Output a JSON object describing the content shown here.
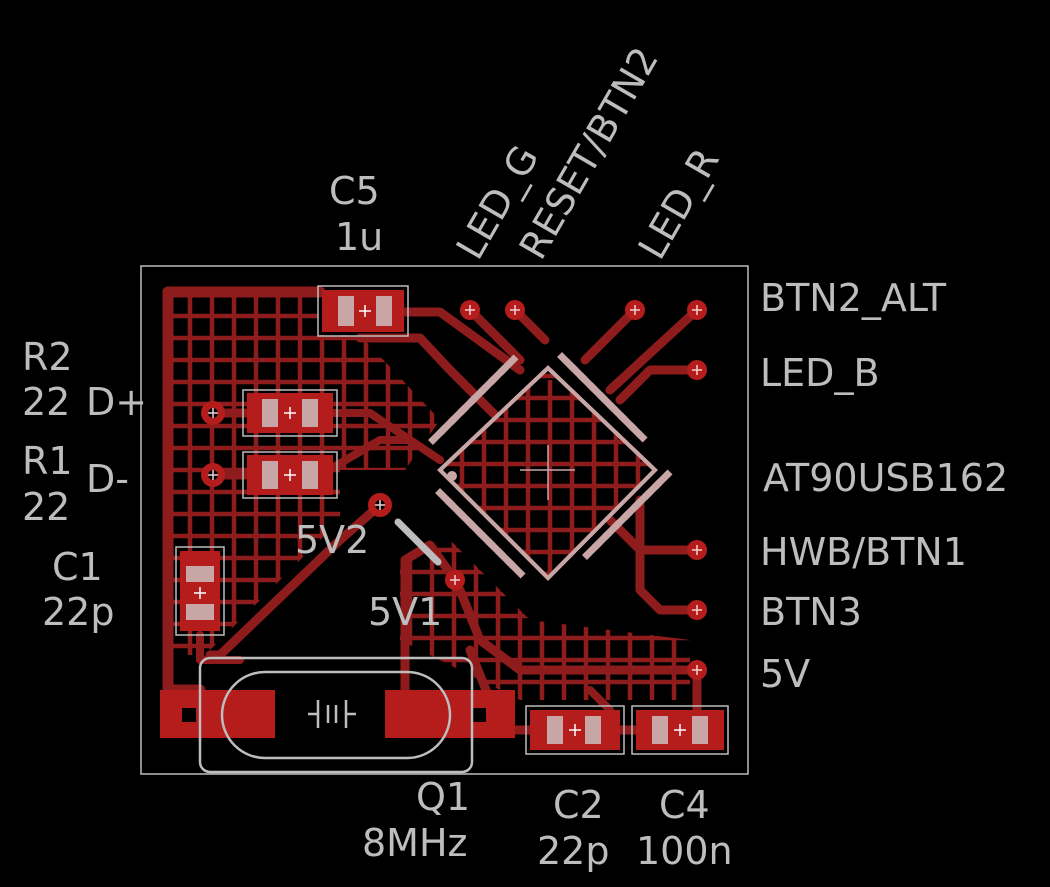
{
  "components": {
    "c5": {
      "ref": "C5",
      "value": "1u"
    },
    "r2": {
      "ref": "R2",
      "value": "22"
    },
    "r1": {
      "ref": "R1",
      "value": "22"
    },
    "c1": {
      "ref": "C1",
      "value": "22p"
    },
    "q1": {
      "ref": "Q1",
      "value": "8MHz"
    },
    "c2": {
      "ref": "C2",
      "value": "22p"
    },
    "c4": {
      "ref": "C4",
      "value": "100n"
    },
    "u1": {
      "ref": "AT90USB162"
    }
  },
  "signals": {
    "led_g": "LED_G",
    "reset_btn2": "RESET/BTN2",
    "led_r": "LED_R",
    "btn2_alt": "BTN2_ALT",
    "led_b": "LED_B",
    "hwb_btn1": "HWB/BTN1",
    "btn3": "BTN3",
    "v5": "5V",
    "dplus": "D+",
    "dminus": "D-",
    "v5_2": "5V2",
    "v5_1": "5V1"
  },
  "colors": {
    "background": "#000000",
    "copper": "#8f1c1c",
    "pad": "#b51d1d",
    "silkscreen": "#bdbdbd"
  }
}
